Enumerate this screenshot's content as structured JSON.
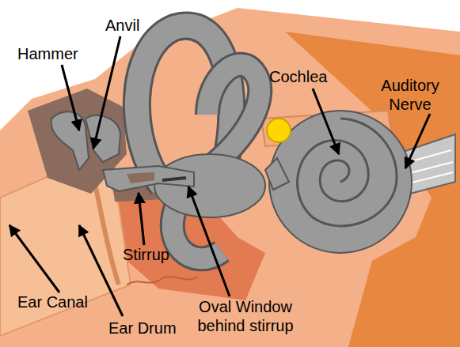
{
  "diagram": {
    "labels": [
      "Hammer",
      "Anvil",
      "Cochlea",
      "Auditory Nerve",
      "Ear Canal",
      "Ear Drum",
      "Stirrup",
      "Oval Window behind stirrup"
    ]
  }
}
